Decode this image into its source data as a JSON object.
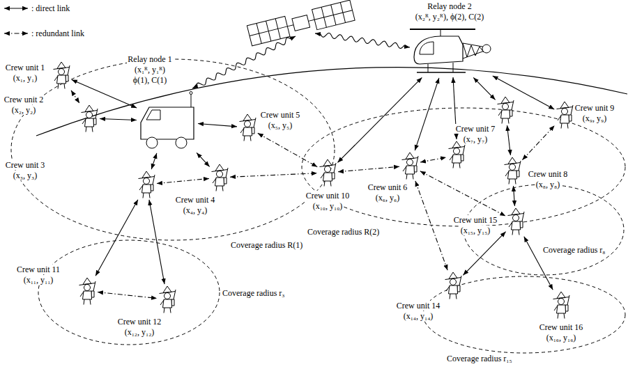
{
  "diagram": {
    "nodes": [
      {
        "text": [
          "Relay node 1",
          "(x₁ᴿ, y₁ᴿ)",
          "ϕ(1), C(1)"
        ]
      },
      {
        "text": [
          "Relay node 2",
          "(x₂ᴿ, y₂ᴿ), ϕ(2), C(2)"
        ]
      },
      {
        "text": [
          "Crew unit 1",
          "(x₁, y₁)"
        ]
      },
      {
        "text": [
          "Crew unit 2",
          "(x₂, y₂)"
        ]
      },
      {
        "text": [
          "Crew unit 5",
          "(x₅, y₅)"
        ]
      },
      {
        "text": [
          "Crew unit 10",
          "(x₁₀, y₁₀)"
        ]
      },
      {
        "text": [
          "Crew unit 6",
          "(x₆, y₆)"
        ]
      },
      {
        "text": [
          "Crew unit 7",
          "(x₇, y₇)"
        ]
      },
      {
        "text": [
          "Crew unit 9",
          "(x₉, y₉)"
        ]
      },
      {
        "text": [
          "Crew unit 3",
          "(x₃, y₃)"
        ]
      },
      {
        "text": [
          "Crew unit 4",
          "(x₄, y₄)"
        ]
      },
      {
        "text": [
          "Crew unit 8",
          "(x₈, y₈)"
        ]
      },
      {
        "text": [
          "Crew unit 15",
          "(x₁₅, y₁₅)"
        ]
      },
      {
        "text": [
          "Crew unit 11",
          "(x₁₁, y₁₁)"
        ]
      },
      {
        "text": [
          "Crew unit 12",
          "(x₁₂, y₁₂)"
        ]
      },
      {
        "text": [
          "Crew unit 14",
          "(x₁₄, y₁₄)"
        ]
      },
      {
        "text": [
          "Crew unit 16",
          "(x₁₆, y₁₆)"
        ]
      }
    ],
    "edges": [
      {
        "from": 2,
        "to": 0,
        "arrow": "both"
      },
      {
        "from": 3,
        "to": 0,
        "arrow": "both"
      },
      {
        "from": 9,
        "to": 0,
        "arrow": "both"
      },
      {
        "from": 10,
        "to": 0,
        "arrow": "both"
      },
      {
        "from": 4,
        "to": 0,
        "arrow": "both"
      },
      {
        "from": 2,
        "to": 3,
        "arrow": "both"
      },
      {
        "from": 9,
        "to": 10,
        "arrow": "both"
      },
      {
        "from": 10,
        "to": 5,
        "arrow": "both"
      },
      {
        "from": 4,
        "to": 5,
        "arrow": "both"
      },
      {
        "from": 1,
        "to": 5,
        "arrow": "both"
      },
      {
        "from": 1,
        "to": 6,
        "arrow": "both"
      },
      {
        "from": 1,
        "to": 7,
        "arrow": "both"
      },
      {
        "from": 1,
        "to": 8,
        "arrow": "both"
      },
      {
        "from": 5,
        "to": 6,
        "arrow": "both"
      },
      {
        "from": 7,
        "to": 11,
        "arrow": "both"
      },
      {
        "from": 11,
        "to": 8,
        "arrow": "both"
      },
      {
        "from": 11,
        "to": 12,
        "arrow": "both"
      },
      {
        "from": 6,
        "to": 12,
        "arrow": "both"
      },
      {
        "from": 6,
        "to": 15,
        "arrow": "both"
      },
      {
        "from": 12,
        "to": 15,
        "arrow": "both"
      },
      {
        "from": 12,
        "to": 16,
        "arrow": "both"
      },
      {
        "from": 9,
        "to": 13,
        "arrow": "both"
      },
      {
        "from": 9,
        "to": 14,
        "arrow": "both"
      },
      {
        "from": 13,
        "to": 14,
        "arrow": "both"
      }
    ],
    "labels": [
      "Coverage radius R(1)",
      "Coverage radius R(2)",
      "Coverage radius r₃",
      "Coverage radius r₈",
      "Coverage radius r₁₅"
    ],
    "legend": [
      {
        "text": ": direct link"
      },
      {
        "text": ": redundant link"
      }
    ]
  }
}
